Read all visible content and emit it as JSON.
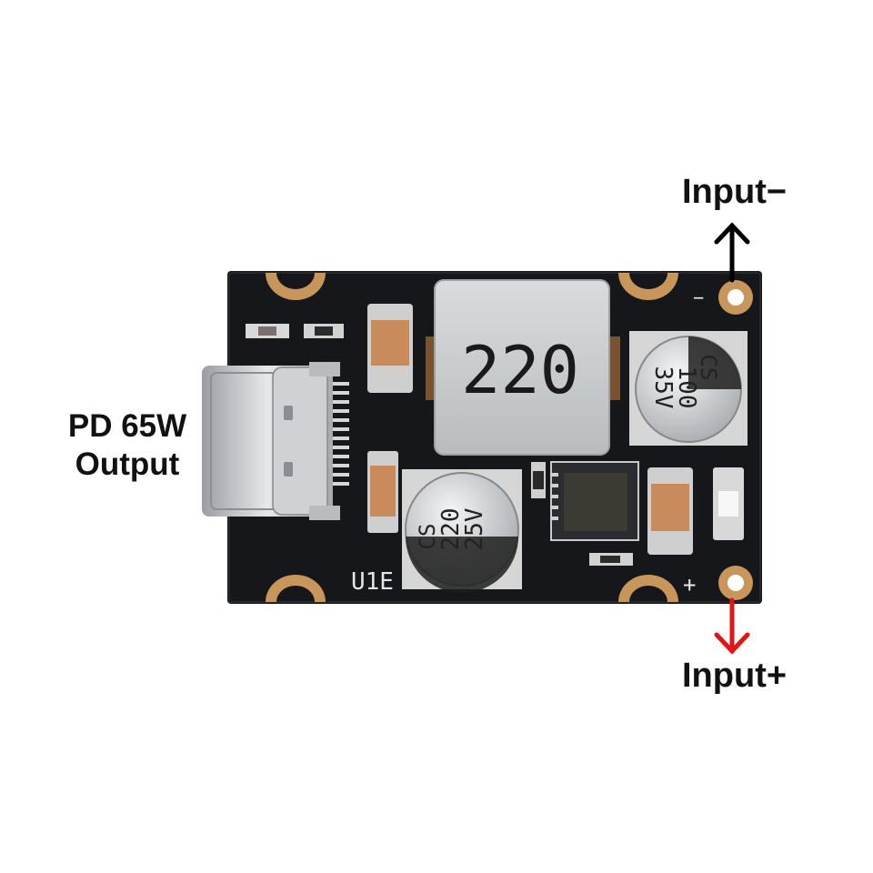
{
  "labels": {
    "input_minus": "Input−",
    "input_plus": "Input+",
    "output_line1": "PD 65W",
    "output_line2": "Output"
  },
  "components": {
    "inductor_marking": "220",
    "cap_right": {
      "line1": "CS",
      "line2": "100",
      "line3": "35V"
    },
    "cap_center": {
      "line1": "CS",
      "line2": "220",
      "line3": "25V"
    },
    "silkscreen_u1e": "U1E",
    "pad_minus_mark": "−",
    "pad_plus_mark": "+"
  },
  "colors": {
    "pcb": "#15171a",
    "pad_gold": "#c8955a",
    "arrow_minus": "#000000",
    "arrow_plus": "#e01515"
  }
}
